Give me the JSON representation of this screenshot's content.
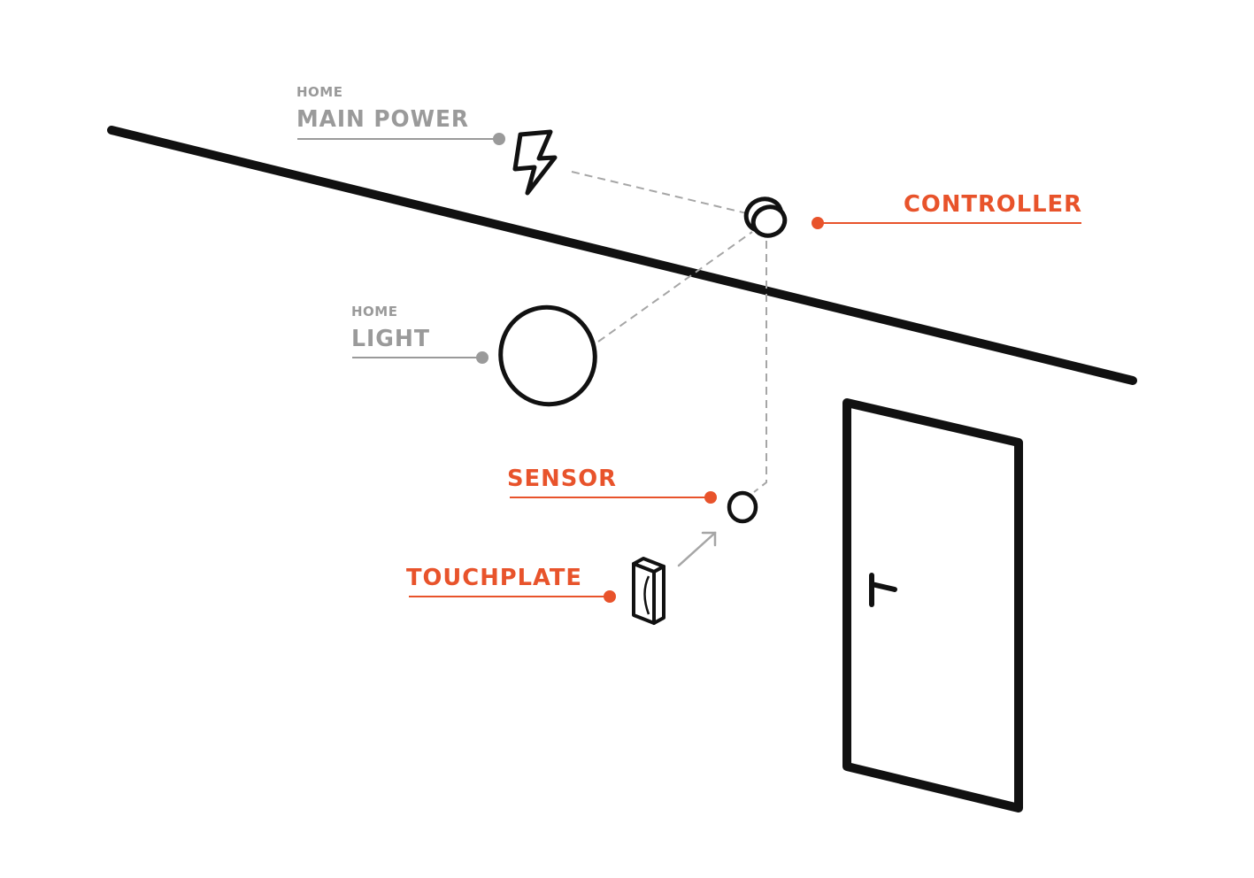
{
  "colors": {
    "accent": "#e8532b",
    "muted": "#9a9a9a",
    "line": "#111111",
    "dash": "#a6a6a6"
  },
  "labels": {
    "main_power": {
      "sub": "HOME",
      "title": "MAIN POWER"
    },
    "light": {
      "sub": "HOME",
      "title": "LIGHT"
    },
    "controller": {
      "title": "CONTROLLER"
    },
    "sensor": {
      "title": "SENSOR"
    },
    "touchplate": {
      "title": "TOUCHPLATE"
    }
  },
  "icons": [
    "lightning-icon",
    "controller-icon",
    "light-fixture-icon",
    "sensor-icon",
    "touchplate-icon",
    "door-icon",
    "door-handle-icon",
    "arrow-icon"
  ]
}
